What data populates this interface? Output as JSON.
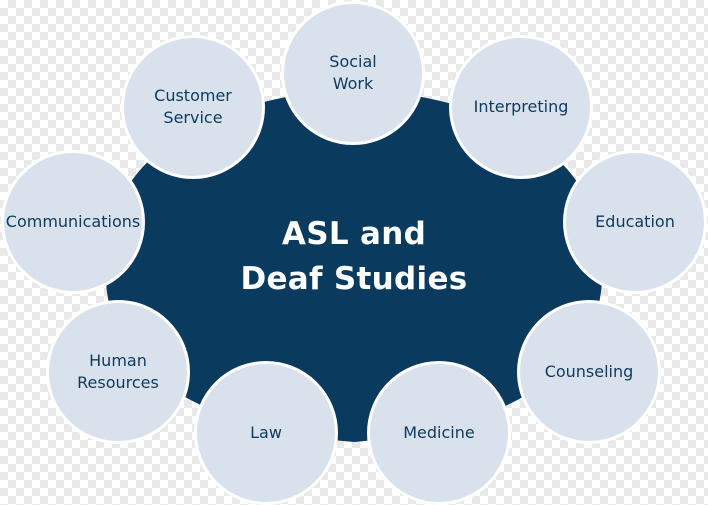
{
  "colors": {
    "hub_fill": "#0b3a5f",
    "node_fill": "#d9e2ec",
    "node_text": "#0e3a5e",
    "hub_text": "#ffffff"
  },
  "center": {
    "line1": "ASL and",
    "line2": "Deaf Studies"
  },
  "nodes": {
    "social_work": "Social\nWork",
    "customer_service": "Customer\nService",
    "interpreting": "Interpreting",
    "communications": "Communications",
    "education": "Education",
    "human_resources": "Human\nResources",
    "counseling": "Counseling",
    "law": "Law",
    "medicine": "Medicine"
  }
}
